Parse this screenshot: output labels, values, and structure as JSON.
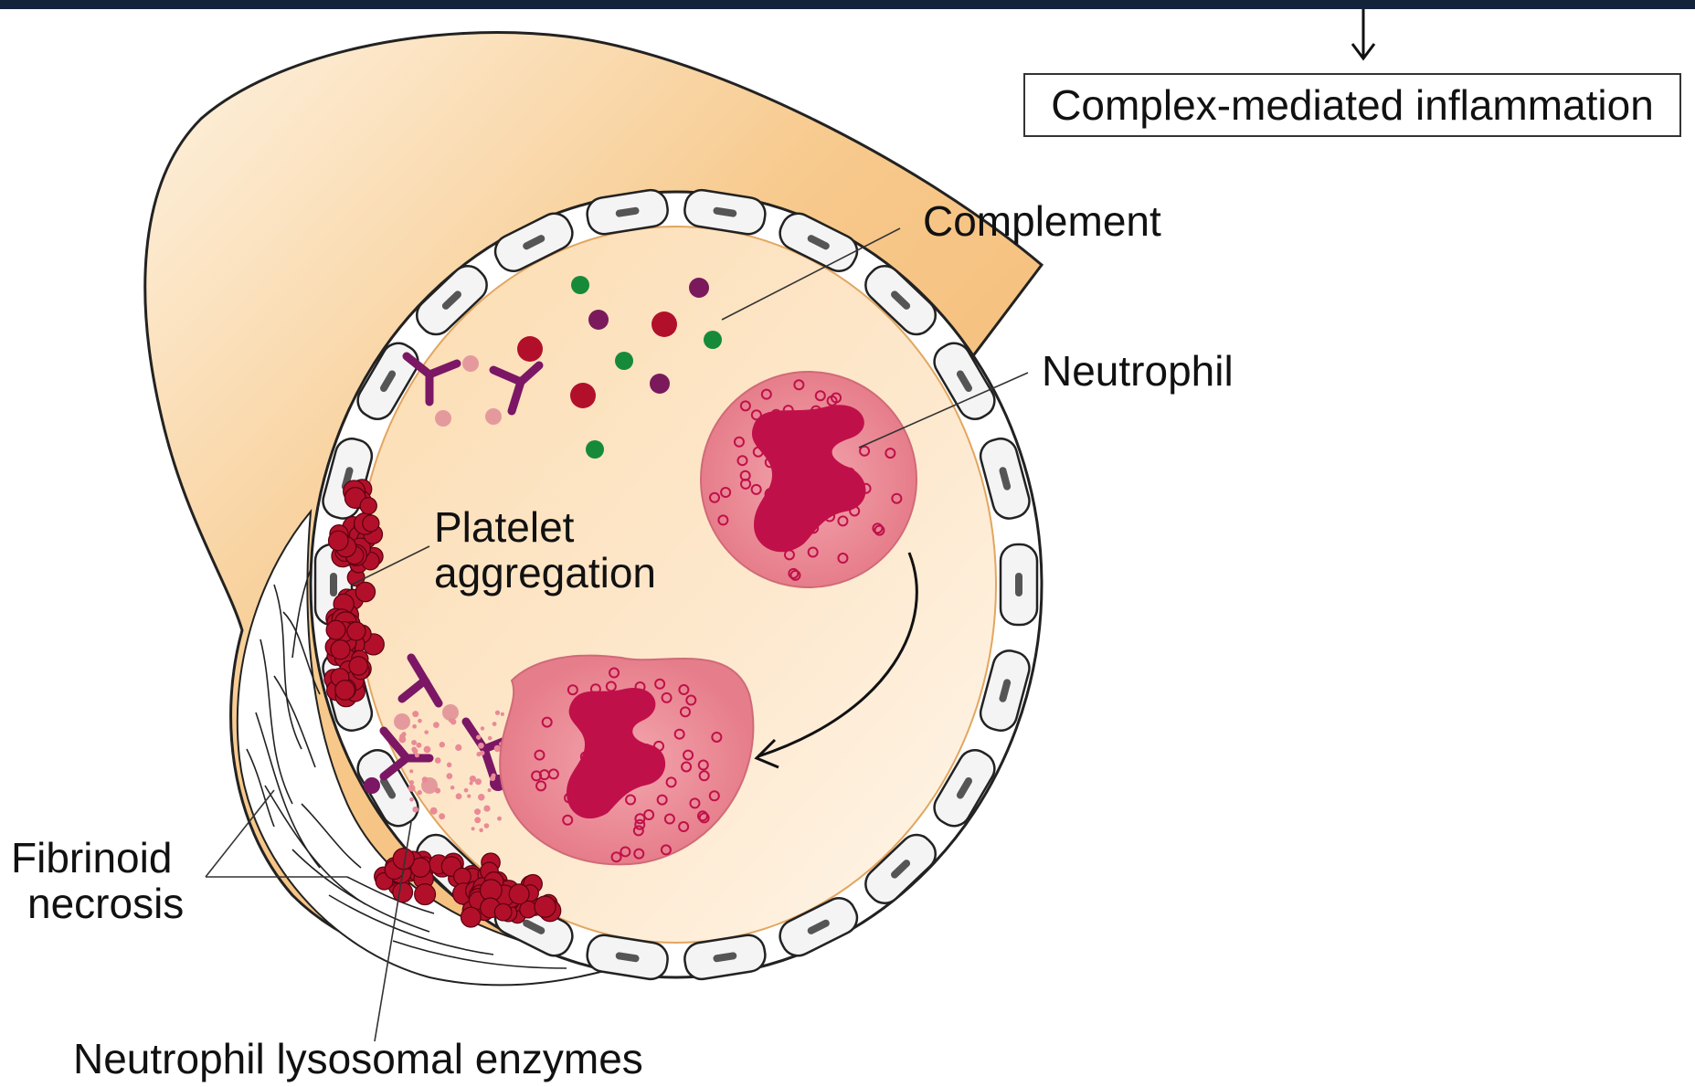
{
  "labels": {
    "top_box": "Complex-mediated inflammation",
    "complement": "Complement",
    "neutrophil": "Neutrophil",
    "platelet_line1": "Platelet",
    "platelet_line2": "aggregation",
    "fibrinoid_line1": "Fibrinoid",
    "fibrinoid_line2": "necrosis",
    "enzymes": "Neutrophil lysosomal enzymes"
  },
  "colors": {
    "header_bar": "#13243a",
    "vessel_wall": "#f6c98a",
    "lumen": "#fde7c7",
    "neutrophil": "#e98a96",
    "nucleus": "#c0104a",
    "platelet": "#b2102a",
    "complement_green": "#178a3a",
    "complement_purple": "#7a1a5c",
    "antibody": "#7b1764"
  }
}
